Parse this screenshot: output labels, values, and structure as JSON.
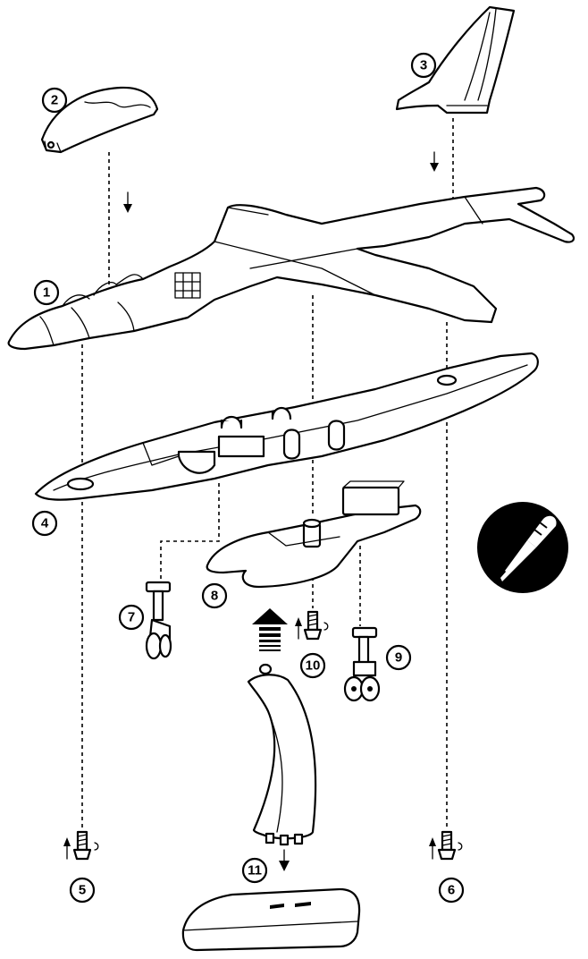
{
  "diagram": {
    "callouts": [
      {
        "id": "1",
        "label": "1",
        "part": "fuselage-upper"
      },
      {
        "id": "2",
        "label": "2",
        "part": "canopy"
      },
      {
        "id": "3",
        "label": "3",
        "part": "tail-fin"
      },
      {
        "id": "4",
        "label": "4",
        "part": "fuselage-lower"
      },
      {
        "id": "5",
        "label": "5",
        "part": "screw-front"
      },
      {
        "id": "6",
        "label": "6",
        "part": "screw-rear"
      },
      {
        "id": "7",
        "label": "7",
        "part": "nose-gear"
      },
      {
        "id": "8",
        "label": "8",
        "part": "gear-bay-plate"
      },
      {
        "id": "9",
        "label": "9",
        "part": "main-gear"
      },
      {
        "id": "10",
        "label": "10",
        "part": "screw-center"
      },
      {
        "id": "11",
        "label": "11",
        "part": "stand"
      }
    ],
    "tools": {
      "screwdriver_icon": "screwdriver-icon"
    },
    "colors": {
      "line": "#000000",
      "background": "#ffffff"
    }
  }
}
